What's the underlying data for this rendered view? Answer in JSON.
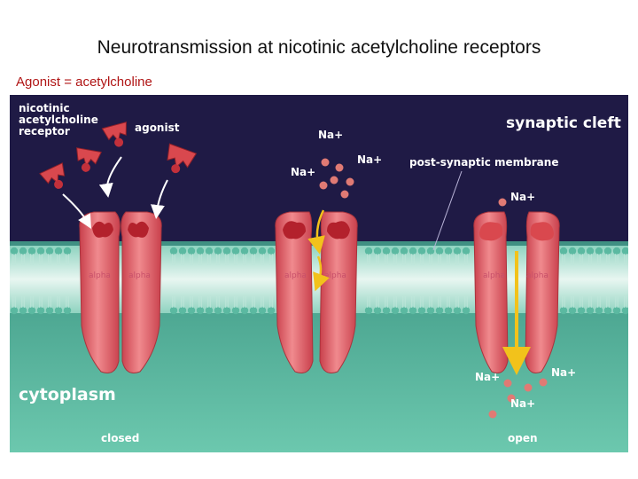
{
  "title": "Neurotransmission at nicotinic acetylcholine receptors",
  "subtitle": "Agonist = acetylcholine",
  "diagram": {
    "receptor_label": [
      "nicotinic",
      "acetylcholine",
      "receptor"
    ],
    "agonist_label": "agonist",
    "synaptic_cleft_label": "synaptic cleft",
    "membrane_label": "post-synaptic membrane",
    "cytoplasm_label": "cytoplasm",
    "ion_label": "Na+",
    "subunit_label": "alpha",
    "state_closed": "closed",
    "state_open": "open"
  },
  "colors": {
    "cleft": "#1f1a45",
    "cytoplasm": "#5fbfa4",
    "receptor": "#e3636b",
    "agonist": "#d9484e",
    "arrow": "#f2c21b"
  }
}
